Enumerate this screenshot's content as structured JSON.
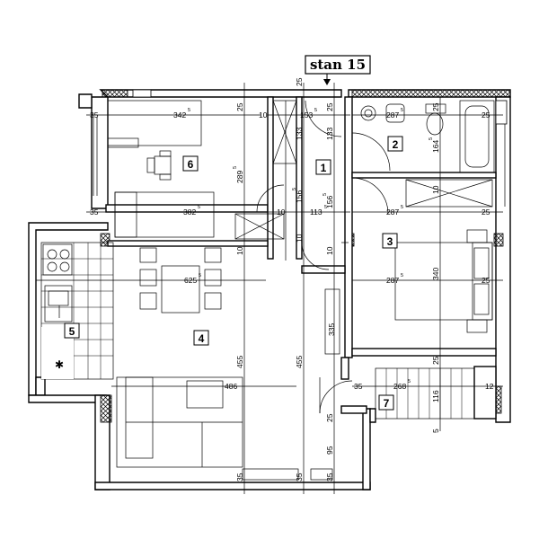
{
  "title": "stan 15",
  "rooms": [
    {
      "id": "1",
      "label": "1"
    },
    {
      "id": "2",
      "label": "2"
    },
    {
      "id": "3",
      "label": "3"
    },
    {
      "id": "4",
      "label": "4"
    },
    {
      "id": "5",
      "label": "5"
    },
    {
      "id": "6",
      "label": "6"
    },
    {
      "id": "7",
      "label": "7"
    }
  ],
  "dims": {
    "d342": "342",
    "d342s": "5",
    "d153": "153",
    "d153s": "5",
    "d287a": "287",
    "d287as": "5",
    "d289": "289",
    "d289s": "5",
    "d133a": "133",
    "d133b": "133",
    "d164": "164",
    "d164s": "5",
    "d382": "382",
    "d382s": "5",
    "d156a": "156",
    "d156as": "5",
    "d113": "113",
    "d113s": "5",
    "d156b": "156",
    "d156bs": "5",
    "d287b": "287",
    "d287bs": "5",
    "d625": "625",
    "d625s": "5",
    "d287c": "287",
    "d287cs": "5",
    "d340": "340",
    "d335": "335",
    "d455a": "455",
    "d455b": "455",
    "d486": "486",
    "d268": "268",
    "d268s": "5",
    "d116": "116",
    "d95": "95",
    "d35": "35",
    "d25": "25",
    "d10": "10",
    "d12": "12",
    "d5": "5"
  }
}
